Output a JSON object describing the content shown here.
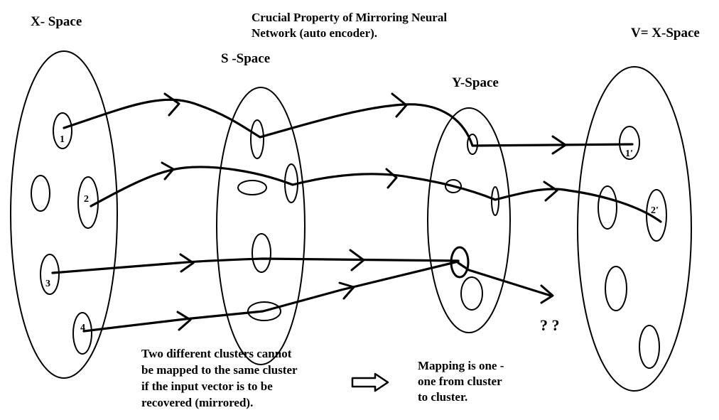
{
  "title_lines": [
    "Crucial Property of Mirroring Neural",
    "Network (auto encoder)."
  ],
  "spaces": {
    "x": "X- Space",
    "s": "S -Space",
    "y": "Y-Space",
    "v": "V= X-Space"
  },
  "cluster_labels": {
    "x1": "1",
    "x2": "2",
    "x3": "3",
    "x4": "4",
    "v1": "1'",
    "v2": "2'"
  },
  "unknown_marker": "? ?",
  "note_left_lines": [
    "Two different clusters cannot",
    "be mapped to the same cluster",
    "if the input vector is to be",
    "recovered (mirrored)."
  ],
  "note_right_lines": [
    "Mapping is one -",
    "one from cluster",
    "to cluster."
  ]
}
